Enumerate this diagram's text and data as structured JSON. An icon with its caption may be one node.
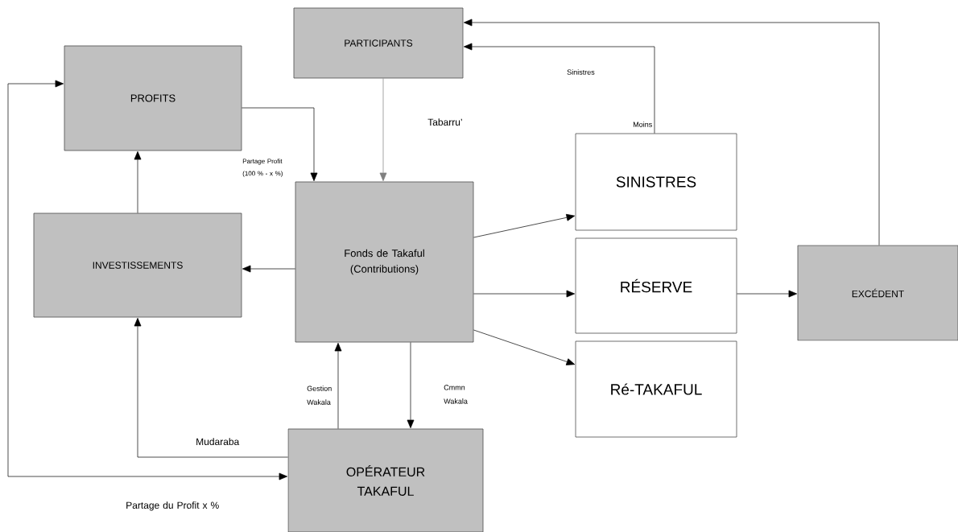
{
  "diagram": {
    "nodes": [
      {
        "text": [
          "PARTICIPANTS"
        ]
      },
      {
        "text": [
          "PROFITS"
        ]
      },
      {
        "text": [
          "Fonds de Takaful (Contributions)"
        ]
      },
      {
        "text": [
          "SINISTRES"
        ]
      },
      {
        "text": [
          "INVESTISSEMENTS"
        ]
      },
      {
        "text": [
          "RÉSERVE"
        ]
      },
      {
        "text": [
          "EXCÉDENT"
        ]
      },
      {
        "text": [
          "Ré-TAKAFUL"
        ]
      },
      {
        "text": [
          "OPÉRATEUR TAKAFUL"
        ]
      }
    ],
    "edges": [
      {
        "from": 1,
        "to": 2,
        "arrow": "to",
        "label": "Partage Profit (100 % - x %)"
      },
      {
        "from": 0,
        "to": 2,
        "arrow": "to",
        "label": "Tabarru’",
        "color": "#808080"
      },
      {
        "from": 3,
        "to": 0,
        "arrow": "to",
        "label": "Sinistres"
      },
      {
        "from": 6,
        "to": 0,
        "arrow": "to"
      },
      {
        "from": 4,
        "to": 1,
        "arrow": "to"
      },
      {
        "from": 2,
        "to": 4,
        "arrow": "to"
      },
      {
        "from": 2,
        "to": 3,
        "arrow": "to"
      },
      {
        "from": 2,
        "to": 5,
        "arrow": "to"
      },
      {
        "from": 2,
        "to": 7,
        "arrow": "to"
      },
      {
        "from": 5,
        "to": 6,
        "arrow": "to"
      },
      {
        "from": 8,
        "to": 2,
        "arrow": "to",
        "label": "Gestion Wakala"
      },
      {
        "from": 2,
        "to": 8,
        "arrow": "to",
        "label": "Cmmn Wakala"
      },
      {
        "from": 8,
        "to": 4,
        "arrow": "to",
        "label": "Mudaraba"
      },
      {
        "from": 1,
        "to": 8,
        "arrow": "both",
        "label": "Partage du Profit x %"
      }
    ],
    "labels": [
      "Moins"
    ]
  }
}
